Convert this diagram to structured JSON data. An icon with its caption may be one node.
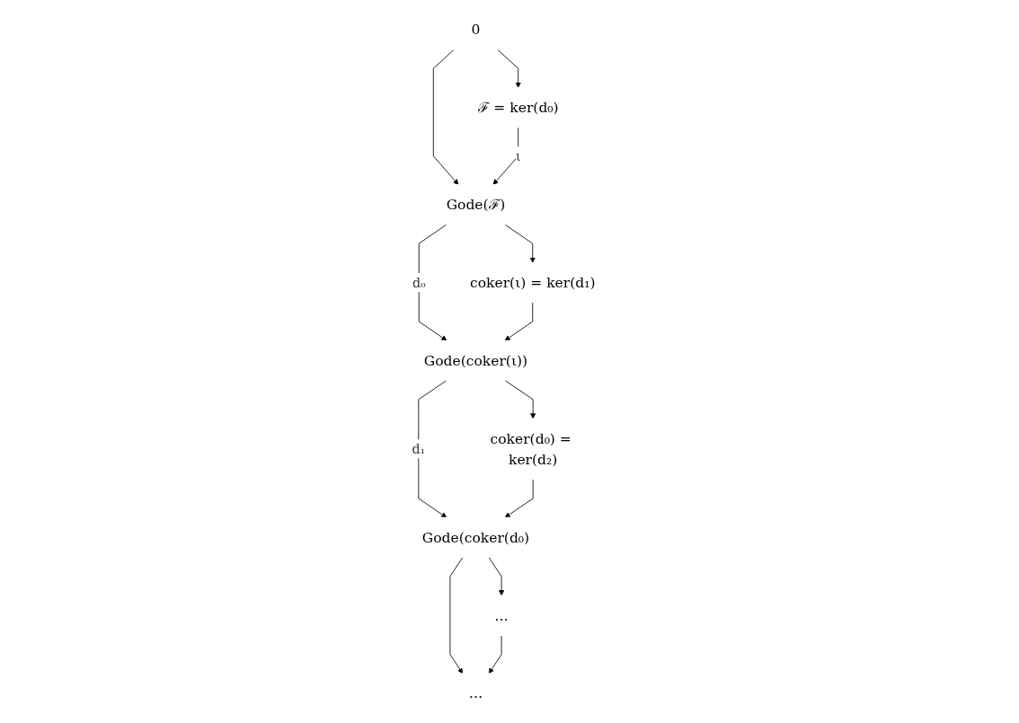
{
  "diagram": {
    "nodes": [
      {
        "text": [
          "0"
        ]
      },
      {
        "text": [
          "ℱ = ker(d₀)"
        ]
      },
      {
        "text": [
          "Gode(ℱ)"
        ]
      },
      {
        "text": [
          "coker(ι) = ker(d₁)"
        ]
      },
      {
        "text": [
          "Gode(coker(ι))"
        ]
      },
      {
        "text": [
          "coker(d₀) = ker(d₂)"
        ]
      },
      {
        "text": [
          "Gode(coker(d₀)"
        ]
      },
      {
        "text": [
          "…"
        ]
      },
      {
        "text": [
          "…"
        ]
      }
    ],
    "edges": [
      {
        "from": 0,
        "to": 1,
        "arrow": "to"
      },
      {
        "from": 0,
        "to": 2,
        "arrow": "to"
      },
      {
        "from": 1,
        "to": 2,
        "arrow": "to",
        "label": "ι"
      },
      {
        "from": 2,
        "to": 3,
        "arrow": "to"
      },
      {
        "from": 2,
        "to": 4,
        "arrow": "to",
        "label": "d₀"
      },
      {
        "from": 3,
        "to": 4,
        "arrow": "to"
      },
      {
        "from": 4,
        "to": 5,
        "arrow": "to"
      },
      {
        "from": 4,
        "to": 6,
        "arrow": "to",
        "label": "d₁"
      },
      {
        "from": 5,
        "to": 6,
        "arrow": "to"
      },
      {
        "from": 6,
        "to": 7,
        "arrow": "to"
      },
      {
        "from": 6,
        "to": 8,
        "arrow": "to"
      },
      {
        "from": 7,
        "to": 8,
        "arrow": "to"
      }
    ]
  }
}
